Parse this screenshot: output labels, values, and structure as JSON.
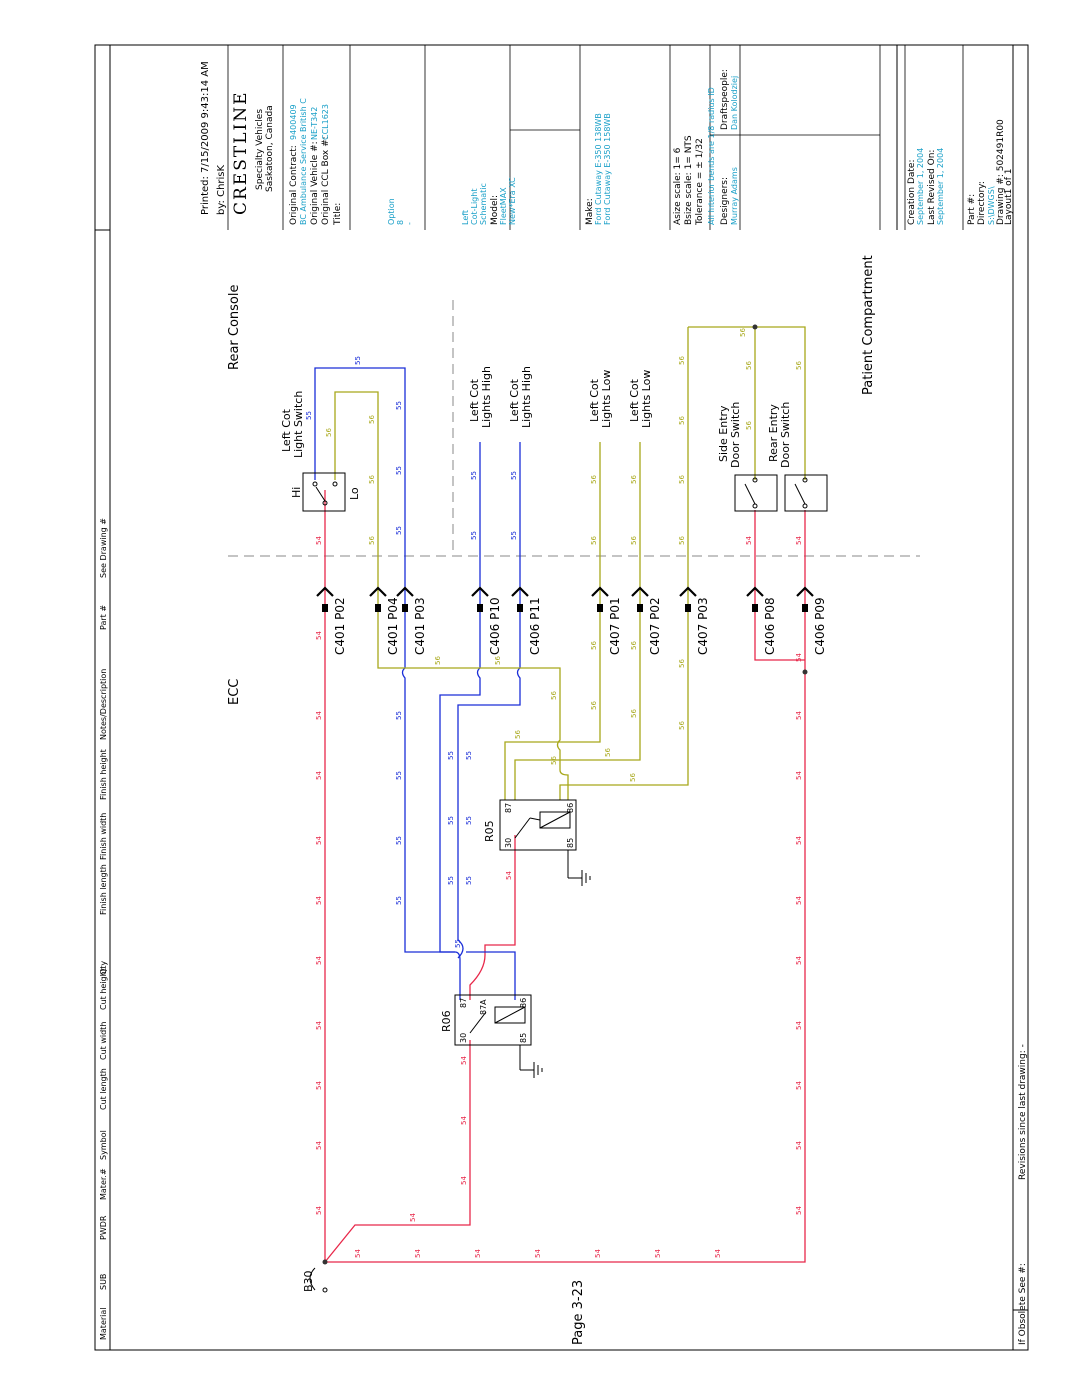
{
  "page_label": "Page 3-23",
  "sections": {
    "rear_console": "Rear Console",
    "ecc": "ECC",
    "patient_compartment": "Patient Compartment"
  },
  "switch": {
    "title_line1": "Left Cot",
    "title_line2": "Light Switch",
    "hi": "Hi",
    "lo": "Lo"
  },
  "loads": [
    {
      "line1": "Left Cot",
      "line2": "Lights High"
    },
    {
      "line1": "Left Cot",
      "line2": "Lights High"
    },
    {
      "line1": "Left Cot",
      "line2": "Lights Low"
    },
    {
      "line1": "Left Cot",
      "line2": "Lights Low"
    }
  ],
  "door_switches": [
    {
      "line1": "Side Entry",
      "line2": "Door Switch"
    },
    {
      "line1": "Rear Entry",
      "line2": "Door Switch"
    }
  ],
  "connectors": [
    "C401 P02",
    "C401 P04",
    "C401 P03",
    "C406 P10",
    "C406 P11",
    "C407 P01",
    "C407 P02",
    "C407 P03",
    "C406 P08",
    "C406 P09"
  ],
  "relays": {
    "r05": {
      "name": "R05",
      "pins": [
        "87",
        "86",
        "30",
        "85"
      ]
    },
    "r06": {
      "name": "R06",
      "pins": [
        "87",
        "87A",
        "86",
        "30",
        "85"
      ]
    }
  },
  "b30": "B30",
  "wire_labels": {
    "w54": "54",
    "w55": "55",
    "w56": "56"
  },
  "colors": {
    "red": "#e8284a",
    "blue": "#1a2ed8",
    "olive": "#a8a81a",
    "cyan": "#1aa0c8"
  },
  "title_block": {
    "printed": "Printed: 7/15/2009 9:43:14 AM",
    "by": "by: ChrisK",
    "logo": "CRESTLINE",
    "company_line1": "Specialty Vehicles",
    "company_line2": "Saskatoon, Canada",
    "original_contract": "Original Contract:",
    "original_contract_val": "9400409",
    "customer_val": "BC Ambulance Service British C",
    "original_vehicle": "Original Vehicle #:",
    "original_vehicle_val": "NE-T342",
    "original_ccl_box": "Original CCL Box #:",
    "original_ccl_box_val": "CCL1623",
    "title": "Title:",
    "option": "Option",
    "option_val1": "8",
    "option_val2": "-",
    "desc1": "Left",
    "desc2": "Cot-Light",
    "desc3": "Schematic",
    "model": "Model:",
    "model1": "FleetMAX",
    "model2": "New*Era XC",
    "make": "Make:",
    "make1": "Ford Cutaway E-350 138WB",
    "make2": "Ford Cutaway E-350 158WB",
    "asize": "Asize scale: 1= 6",
    "bsize": "Bsize scale: 1= NTS",
    "tolerance": "Tolerance = ± 1/32",
    "note": "All Interior bends are 1/8 radius ID",
    "designers": "Designers:",
    "draftspeople": "Draftspeople:",
    "designer_val": "Murray Adams",
    "draftsperson_val": "Dan Kolodziej",
    "creation_date": "Creation Date:",
    "creation_date_val": "September 1, 2004",
    "last_revised": "Last Revised On:",
    "last_revised_val": "September 1, 2004",
    "part": "Part #:",
    "directory": "Directory:",
    "directory_val": "S:\\DWGS\\",
    "drawing": "Drawing #: 502491R00",
    "layout": "Layout1 of 1"
  },
  "bom_header": [
    "Material",
    "SUB",
    "PWDR",
    "Mater.#",
    "Symbol",
    "Cut length",
    "Cut width",
    "Cut height",
    "Qty",
    "Finish length",
    "Finish width",
    "Finish height",
    "Notes/Description",
    "Part #",
    "See Drawing #"
  ],
  "bottom_bar": {
    "obsolete": "If Obsolete See #:",
    "revisions": "Revisions since last drawing: -"
  }
}
